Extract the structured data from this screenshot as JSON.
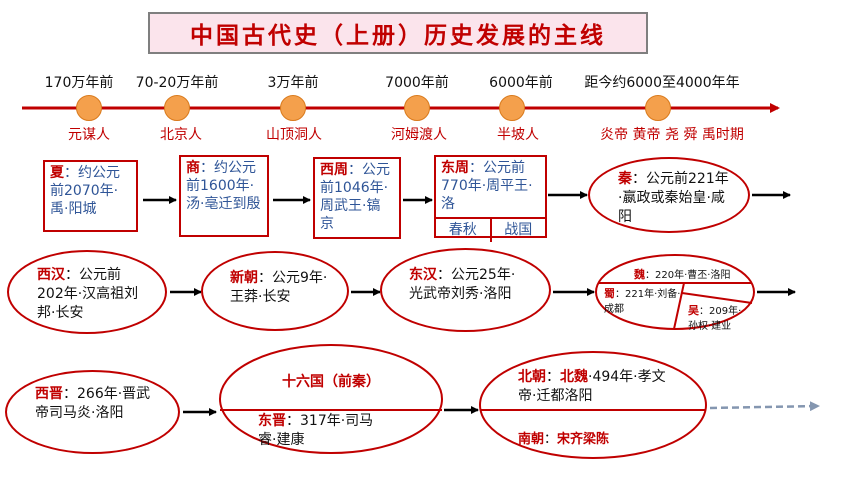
{
  "title": "中国古代史（上册）历史发展的主线",
  "timeline": {
    "points": [
      {
        "time": "170万年前",
        "site": "元谋人"
      },
      {
        "time": "70-20万年前",
        "site": "北京人"
      },
      {
        "time": "3万年前",
        "site": "山顶洞人"
      },
      {
        "time": "7000年前",
        "site": "河姆渡人"
      },
      {
        "time": "6000年前",
        "site": "半坡人"
      },
      {
        "time": "距今约6000至4000年年",
        "site": "炎帝 黄帝 尧 舜 禹时期"
      }
    ]
  },
  "row1": {
    "xia": {
      "name": "夏",
      "text": "：约公元前2070年·禹·阳城"
    },
    "shang": {
      "name": "商",
      "text": "：约公元前1600年·汤·亳迁到殷"
    },
    "xizhou": {
      "name": "西周",
      "text": "：公元前1046年·周武王·镐京"
    },
    "dongzhou": {
      "name": "东周",
      "text": "：公元前770年·周平王·洛",
      "chunqiu": "春秋",
      "zhanguo": "战国"
    },
    "qin": {
      "name": "秦",
      "text": "：公元前221年·嬴政或秦始皇·咸阳"
    }
  },
  "row2": {
    "xihan": {
      "name": "西汉",
      "text": "：公元前202年·汉高祖刘邦·长安"
    },
    "xinchao": {
      "name": "新朝",
      "text": "：公元9年·王莽·长安"
    },
    "donghan": {
      "name": "东汉",
      "text": "：公元25年·光武帝刘秀·洛阳"
    },
    "sanguo": {
      "wei": {
        "name": "魏",
        "text": "：220年·曹丕·洛阳"
      },
      "shu": {
        "name": "蜀",
        "text": "：221年·刘备·成都"
      },
      "wu": {
        "name": "吴",
        "text": "：209年·孙权·建业"
      }
    }
  },
  "row3": {
    "xijin": {
      "name": "西晋",
      "text": "：266年·晋武帝司马炎·洛阳"
    },
    "shiliuguo": {
      "text": "十六国（前秦）"
    },
    "dongjin": {
      "name": "东晋",
      "text": "：317年·司马睿·建康"
    },
    "beichao": {
      "name": "北朝",
      "sub": "北魏",
      "text": "·494年·孝文帝·迁都洛阳"
    },
    "nanchao": {
      "name": "南朝",
      "text": "宋齐梁陈"
    }
  },
  "colors": {
    "accent_red": "#c00000",
    "text_blue": "#2f5597",
    "dot_orange": "#f4a04c",
    "title_bg": "#fbe4ec"
  }
}
